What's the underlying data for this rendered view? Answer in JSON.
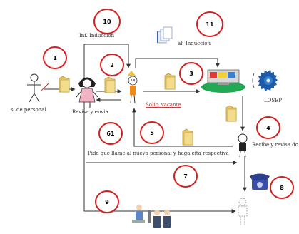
{
  "labels": {
    "personal": "s. de personal",
    "revisa": "Revisa y envia",
    "inf_induccion_1": "Inf. Inducción",
    "inf_induccion_2": "af. Inducción",
    "solic_vacante": "Solic. vacante",
    "losep": "LOSEP",
    "recibe": "Recibe y revisa do",
    "pide": "Pide que llame al nuevo personal y haga cita respectiva"
  },
  "steps": [
    "1",
    "2",
    "3",
    "4",
    "5",
    "61",
    "7",
    "8",
    "9",
    "10",
    "11"
  ],
  "colors": {
    "circle": "#d62020",
    "arrow": "#333333",
    "folder": "#e8c96a",
    "screen": "#23a854",
    "gear": "#1f5aa6",
    "phone": "#2d3f8f"
  }
}
